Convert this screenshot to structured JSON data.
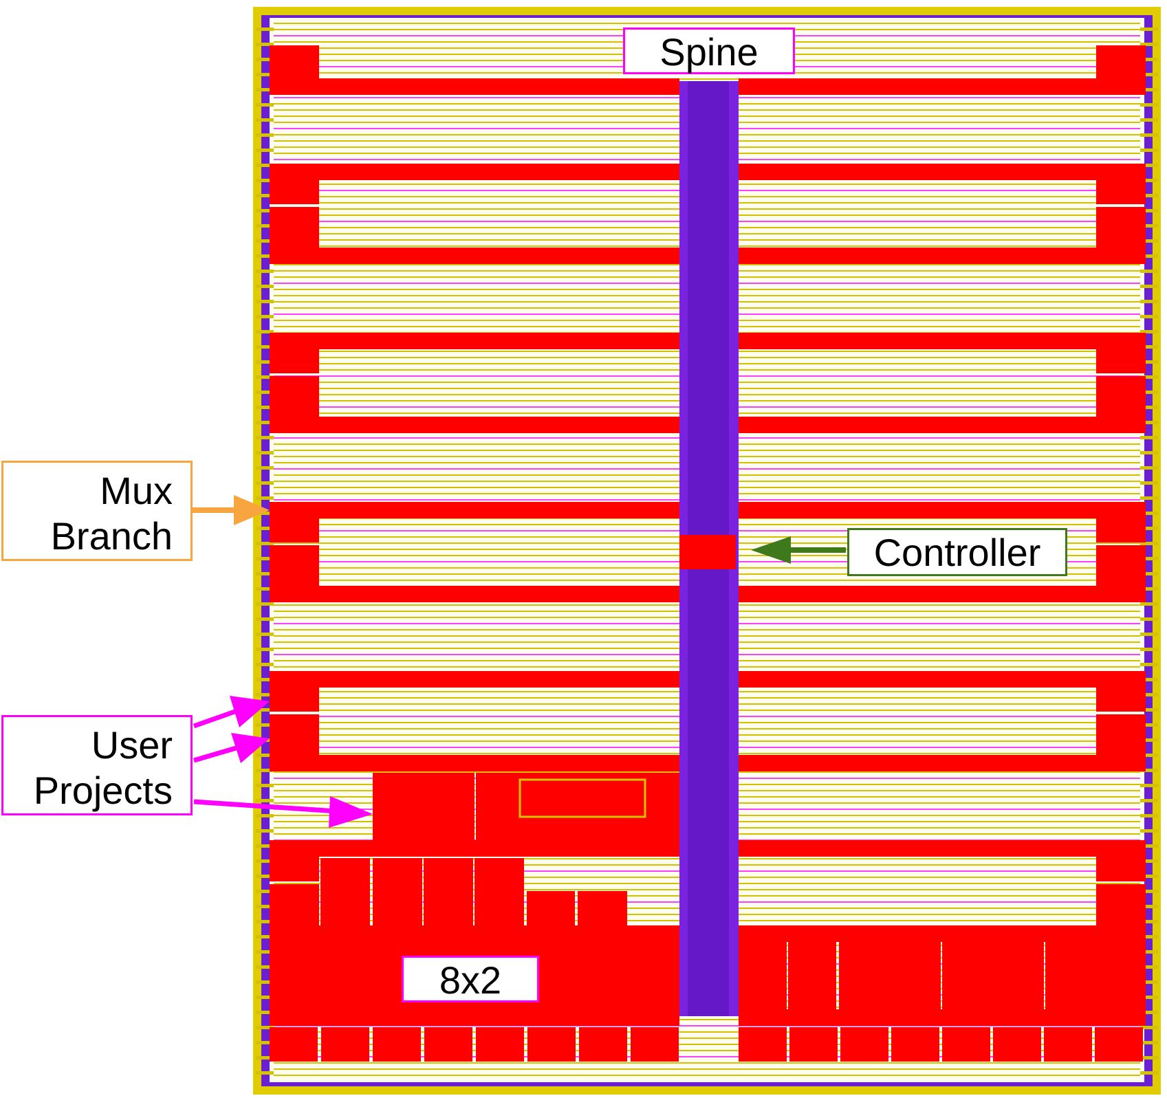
{
  "diagram": {
    "labels": {
      "spine": "Spine",
      "mux_branch_line1": "Mux",
      "mux_branch_line2": "Branch",
      "controller": "Controller",
      "user_projects_line1": "User",
      "user_projects_line2": "Projects",
      "tile_8x2": "8x2"
    },
    "colors": {
      "macro": "#ff0000",
      "power_ring": "#e0cc00",
      "routing_yellow": "#d4c200",
      "routing_magenta": "#ff00ff",
      "io_pads": "#6a1fd0",
      "spine_bus": "#7a22e0",
      "mux_arrow": "#f8a540",
      "controller_arrow": "#3e7a1c",
      "user_arrow": "#ff00ff"
    }
  }
}
